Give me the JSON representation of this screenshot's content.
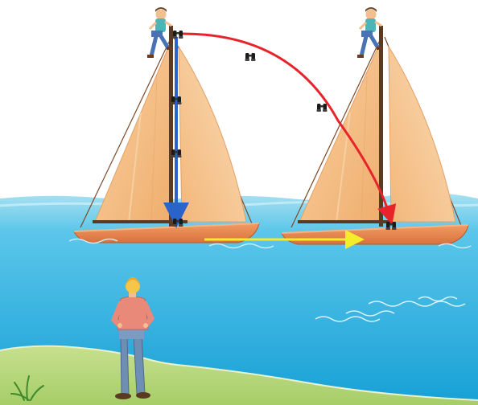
{
  "scene": {
    "subject": "sailboat-motion-illustration",
    "colors": {
      "sky": "#ffffff",
      "water_top": "#8fd6ec",
      "water_mid": "#3cb8e3",
      "water_deep": "#1aa3d8",
      "shore": "#b6d77c",
      "hull": "#e9864f",
      "sail": "#f6c48f",
      "mast": "#5a3a22",
      "path_moving": "#e8232a",
      "path_still": "#2b64c8",
      "boat_velocity": "#f5ec2a"
    },
    "boats": [
      {
        "state": "initial"
      },
      {
        "state": "moved"
      }
    ],
    "arrows": [
      {
        "kind": "falling-path-blue"
      },
      {
        "kind": "falling-path-red"
      },
      {
        "kind": "boat-velocity-yellow"
      }
    ]
  }
}
